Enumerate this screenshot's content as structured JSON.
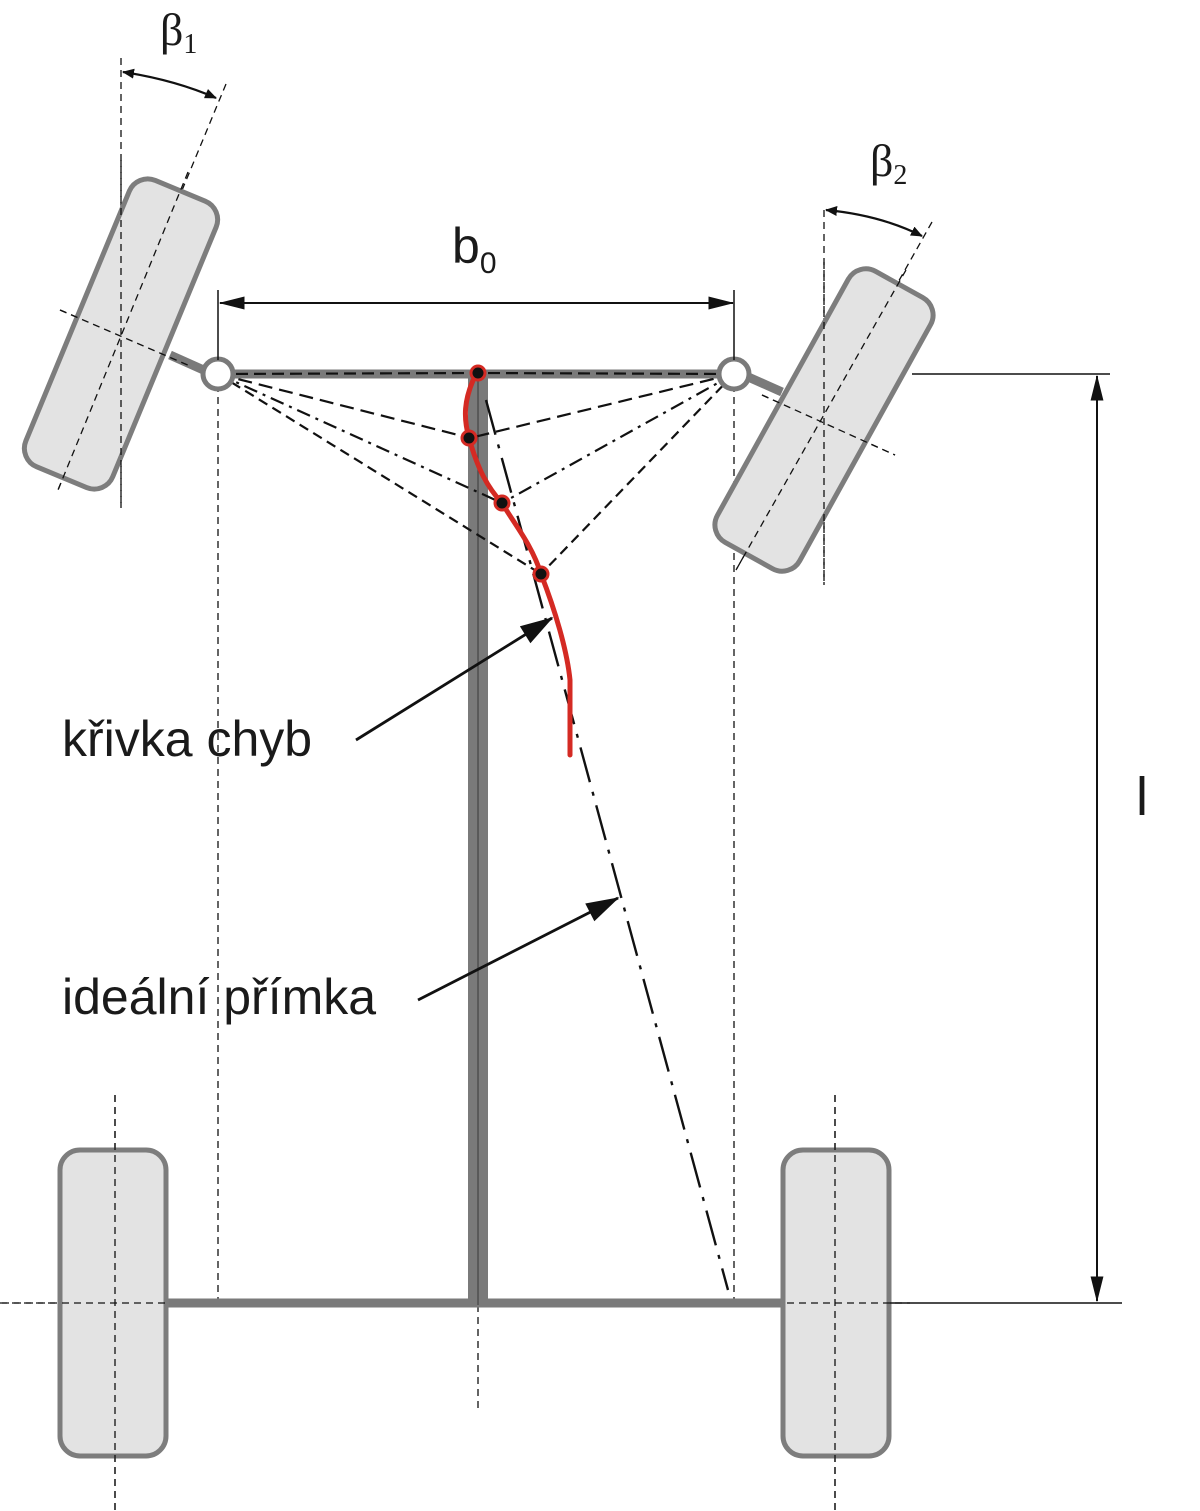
{
  "labels": {
    "beta1": {
      "symbol": "β",
      "subscript": "1"
    },
    "beta2": {
      "symbol": "β",
      "subscript": "2"
    },
    "b0": {
      "symbol": "b",
      "subscript": "0"
    },
    "l": "l",
    "error_curve": "křivka chyb",
    "ideal_line": "ideální přímka"
  },
  "colors": {
    "frame": "#7a7a7a",
    "wheel_fill": "#e3e3e3",
    "wheel_stroke": "#7d7d7d",
    "line": "#111111",
    "curve": "#d42a23",
    "point": "#111111"
  }
}
